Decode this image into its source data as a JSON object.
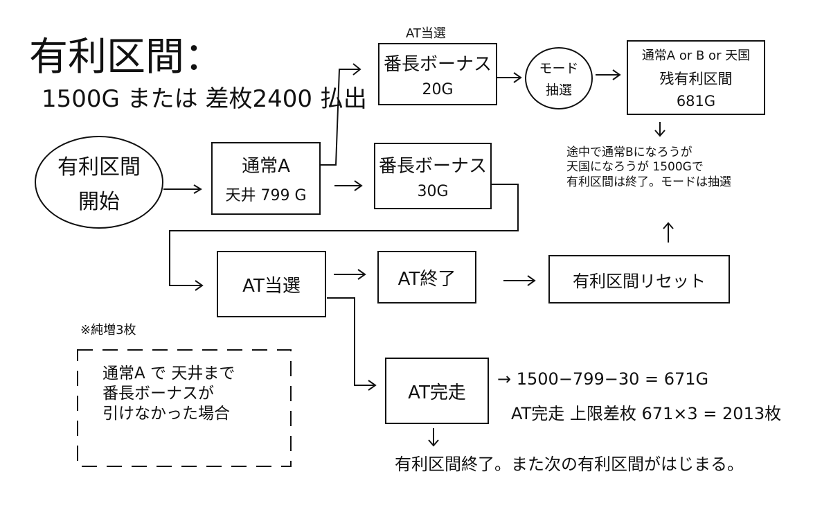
{
  "title": "有利区間：",
  "subtitle": "1500G または 差枚2400 払出",
  "start_circle": [
    "有利区間",
    "開始"
  ],
  "box_normal_a": [
    "通常A",
    "天井 799 G"
  ],
  "label_at_select": "AT当選",
  "box_bonus_20": [
    "番長ボーナス",
    "20G"
  ],
  "mode_circle": [
    "モード",
    "抽選"
  ],
  "box_remaining": [
    "通常A or B or 天国",
    "残有利区間",
    "681G"
  ],
  "box_bonus_30": [
    "番長ボーナス",
    "30G"
  ],
  "note_mid": [
    "途中で通常Bになろうが",
    "天国になろうが 1500Gで",
    "有利区間は終了。モードは抽選"
  ],
  "box_at_win": "AT当選",
  "box_at_end": "AT終了",
  "box_reset": "有利区間リセット",
  "box_at_complete": "AT完走",
  "calc_line": "→ 1500−799−30 = 671G",
  "calc_line2": "AT完走 上限差枚 671×3 = 2013枚",
  "dashed_title": "※純増3枚",
  "dashed_lines": [
    "通常A で 天井まで",
    "番長ボーナスが",
    "引けなかった場合"
  ],
  "final_text": "有利区間終了。また次の有利区間がはじまる。"
}
